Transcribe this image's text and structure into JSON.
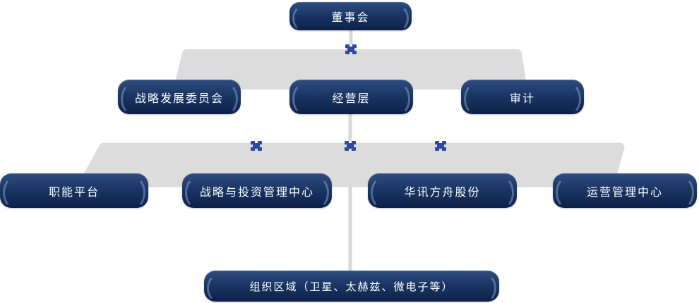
{
  "org_chart": {
    "nodes": {
      "board": {
        "label": "董事会"
      },
      "strategy_committee": {
        "label": "战略发展委员会"
      },
      "management": {
        "label": "经营层"
      },
      "audit": {
        "label": "审计"
      },
      "functional_platform": {
        "label": "职能平台"
      },
      "strategy_investment_center": {
        "label": "战略与投资管理中心"
      },
      "huaxun_ark_shares": {
        "label": "华讯方舟股份"
      },
      "operations_center": {
        "label": "运营管理中心"
      },
      "org_regions": {
        "label": "组织区域（卫星、太赫兹、微电子等）"
      }
    },
    "band_groups": [
      [
        "strategy_committee",
        "management",
        "audit"
      ],
      [
        "functional_platform",
        "strategy_investment_center",
        "huaxun_ark_shares",
        "operations_center"
      ]
    ],
    "edges": [
      {
        "from": "board",
        "to": "management"
      },
      {
        "from": "management",
        "to": "strategy_investment_center"
      },
      {
        "from": "management",
        "to": "huaxun_ark_shares"
      },
      {
        "from": "management",
        "to": "org_regions"
      }
    ],
    "icons": {
      "connector": "cross-node-icon"
    },
    "colors": {
      "node_navy_top": "#2e4c7e",
      "node_navy_bottom": "#0c2049",
      "node_text": "#ffffff",
      "band_gray": "#dcdcdc",
      "line_gray": "#d8d8d8",
      "cross_blue": "#2b4aa0"
    }
  }
}
